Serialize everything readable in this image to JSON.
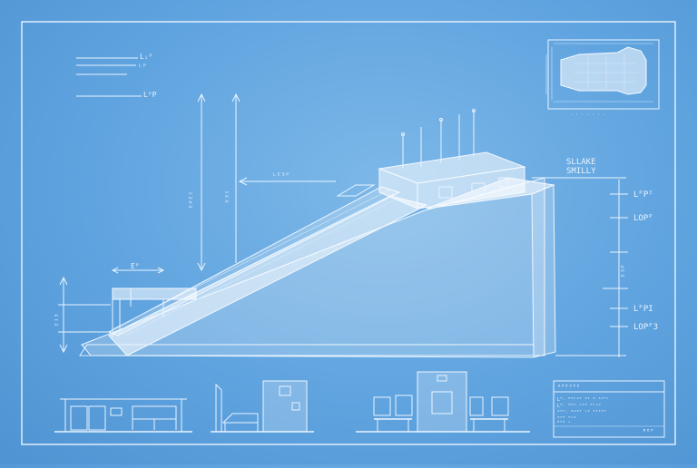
{
  "header_notes": {
    "note_1": "Lᵢᴾ",
    "note_2": "ᴸᴾ",
    "note_3": "LᴾP"
  },
  "dimensions": {
    "height_left": "ᴱᴾᴱᴵ",
    "height_right": "ᴱᴲᴵ",
    "span_top": "ᴸᴱᴲᴾ",
    "span_small": "Eᴾ",
    "height_small": "ᴱᴵᴲ"
  },
  "callout": {
    "line_1": "SLLAKE",
    "line_2": "SMILLY"
  },
  "scale_labels": [
    "LᴾPᴵ",
    "LOPᴾ",
    "ᴱᴲᴾ",
    "LᴾPI",
    "LOPᴾ3"
  ],
  "title_block": {
    "heading": "ᴬᴾᴱᴵᴾᴱ",
    "row_1": "Lᴾ· ᴿᴱᴸᴬᴾ ᴴᴵ ᴱ ᴬᴵᴾᴸ",
    "row_2": "Lᴾ· ᴹᴵᴾ ᴸᴾᴱ ᴾᴸᴵᴰ",
    "row_3": "ᴱᴾᴾ· ᴮᴵᴱᴾ ᴸᴱ ᴾᴱᴵᴱᴾ",
    "row_4": "ᴱᴾᴱ ᴾᴸᴱ",
    "row_5": "ᴿᴾᴱ ᴸ",
    "footer": "ᴮᴱᴾ"
  }
}
